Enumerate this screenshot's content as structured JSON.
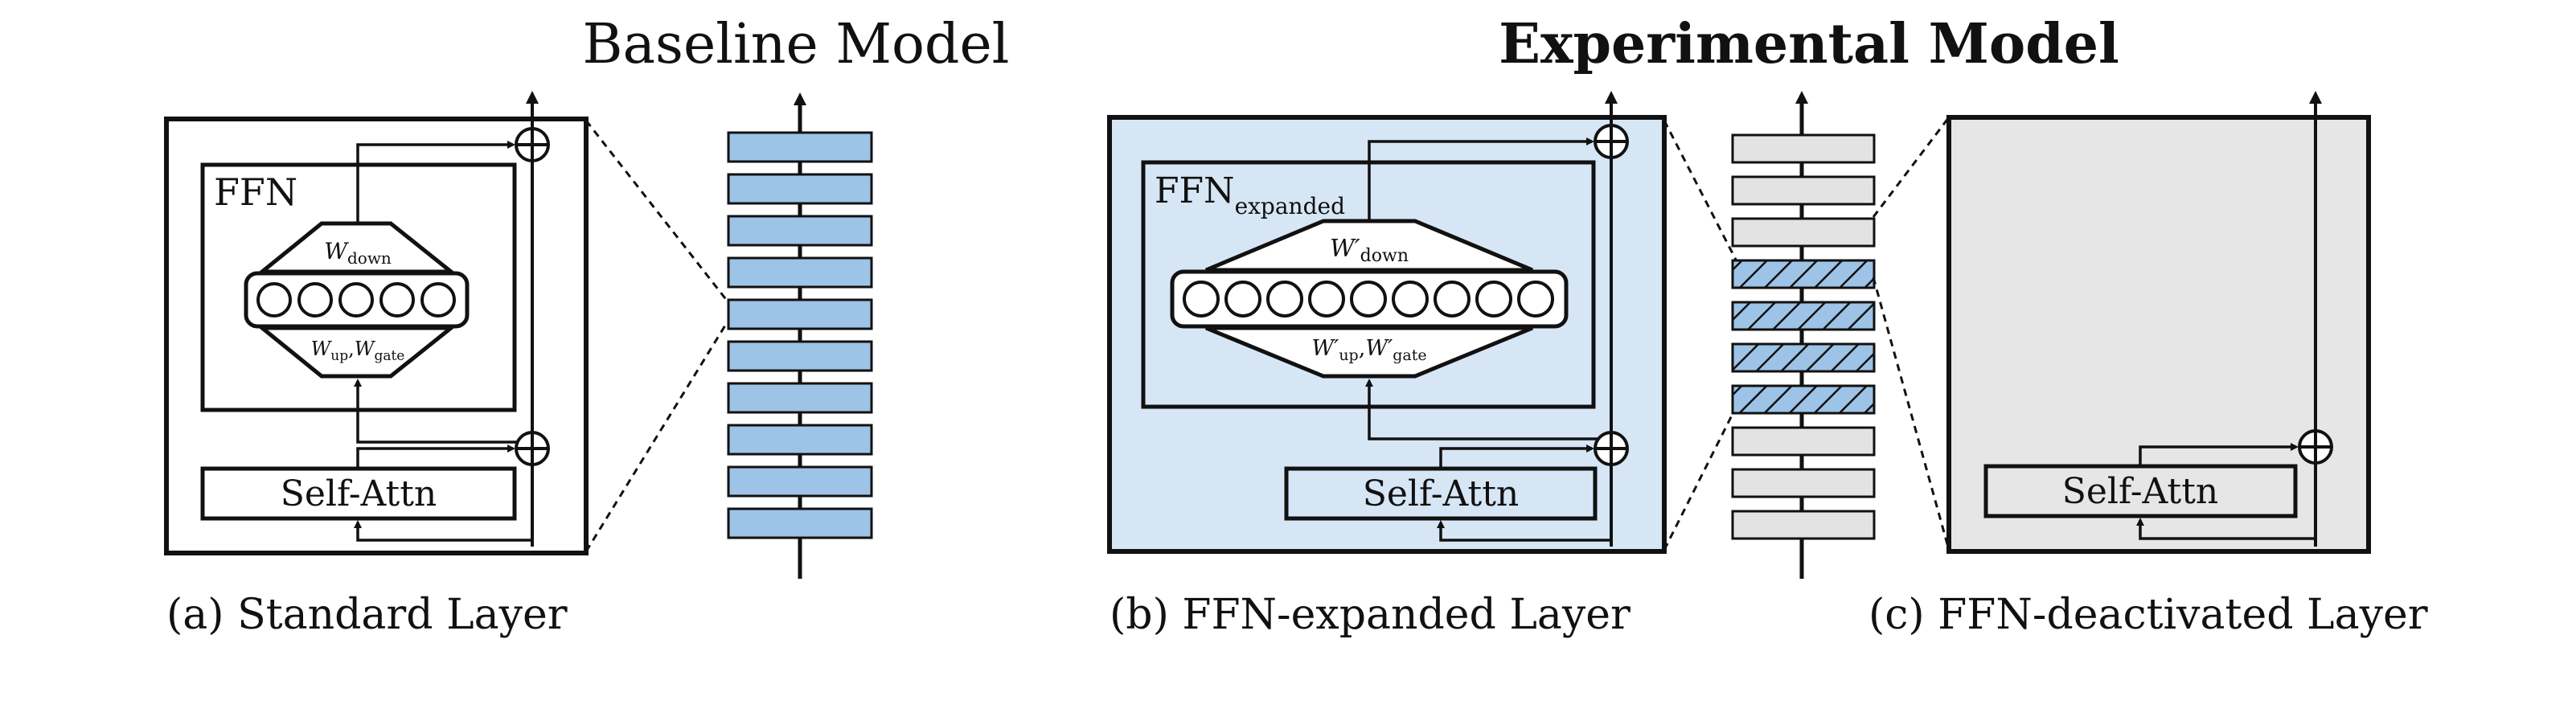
{
  "titles": {
    "baseline": "Baseline Model",
    "experimental": "Experimental Model"
  },
  "captions": {
    "standard": "(a) Standard Layer",
    "expanded": "(b) FFN-expanded Layer",
    "deactivated": "(c) FFN-deactivated Layer"
  },
  "standard_layer": {
    "ffn_label": "FFN",
    "w_down": {
      "base": "W",
      "sub": "down"
    },
    "w_up": {
      "base": "W",
      "sub": "up"
    },
    "w_gate": {
      "base": "W",
      "sub": "gate"
    },
    "attn_label": "Self-Attn",
    "neurons": 5
  },
  "expanded_layer": {
    "ffn_label": "FFN",
    "ffn_sub": "expanded",
    "w_down": {
      "base": "W′",
      "sub": "down"
    },
    "w_up": {
      "base": "W′",
      "sub": "up"
    },
    "w_gate": {
      "base": "W′",
      "sub": "gate"
    },
    "attn_label": "Self-Attn",
    "neurons": 9
  },
  "deactivated_layer": {
    "attn_label": "Self-Attn"
  },
  "baseline_stack": {
    "layers": [
      "standard",
      "standard",
      "standard",
      "standard",
      "standard",
      "standard",
      "standard",
      "standard",
      "standard",
      "standard"
    ],
    "highlighted_index": 4
  },
  "experimental_stack": {
    "layers": [
      "deactivated",
      "deactivated",
      "deactivated",
      "expanded",
      "expanded",
      "expanded",
      "expanded",
      "deactivated",
      "deactivated",
      "deactivated"
    ]
  },
  "colors": {
    "standard_fill": "#9dc3e6",
    "expanded_panel": "#d6e6f5",
    "expanded_layer_fill": "#9dc3e6",
    "deactivated_panel": "#e6e6e6",
    "deactivated_layer_fill": "#e3e3e3",
    "stroke": "#111111"
  },
  "glyphs": {
    "comma": ","
  }
}
